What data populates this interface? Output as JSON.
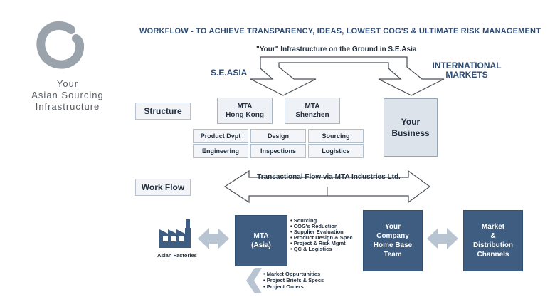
{
  "colors": {
    "navy": "#3e5d80",
    "title": "#2d4a73",
    "arrow_gray": "#b9c4d2",
    "logo_gray": "#9aa2ab"
  },
  "logo": {
    "icon": "enso-circle-icon",
    "lines": [
      "Your",
      "Asian Sourcing",
      "Infrastructure"
    ]
  },
  "title": "WORKFLOW - TO ACHIEVE TRANSPARENCY, IDEAS, LOWEST COG'S & ULTIMATE RISK MANAGEMENT",
  "top_flow": {
    "label": "\"Your\" Infrastructure on the Ground in S.E.Asia",
    "left_region": "S.E.ASIA",
    "right_region": [
      "INTERNATIONAL",
      "MARKETS"
    ]
  },
  "structure": {
    "label": "Structure",
    "offices": [
      {
        "lines": [
          "MTA",
          "Hong Kong"
        ]
      },
      {
        "lines": [
          "MTA",
          "Shenzhen"
        ]
      }
    ],
    "functions": [
      [
        "Product Dvpt",
        "Design",
        "Sourcing"
      ],
      [
        "Engineering",
        "Inspections",
        "Logistics"
      ]
    ],
    "your_business": [
      "Your",
      "Business"
    ]
  },
  "workflow": {
    "label": "Work Flow",
    "transactional": "Transactional Flow via MTA Industries Ltd.",
    "factories_label": "Asian Factories",
    "factory_icon": "factory-icon",
    "mta_asia": [
      "MTA",
      "(Asia)"
    ],
    "services": [
      "Sourcing",
      "COG's Reduction",
      "Supplier Evaluation",
      "Product Design & Spec",
      "Project & Risk Mgmt",
      "QC & Logistics"
    ],
    "your_company": [
      "Your",
      "Company",
      "Home Base",
      "Team"
    ],
    "market": [
      "Market",
      "&",
      "Distribution",
      "Channels"
    ],
    "inbound": [
      "Market Oppurtunities",
      "Project Briefs & Specs",
      "Project Orders"
    ]
  }
}
